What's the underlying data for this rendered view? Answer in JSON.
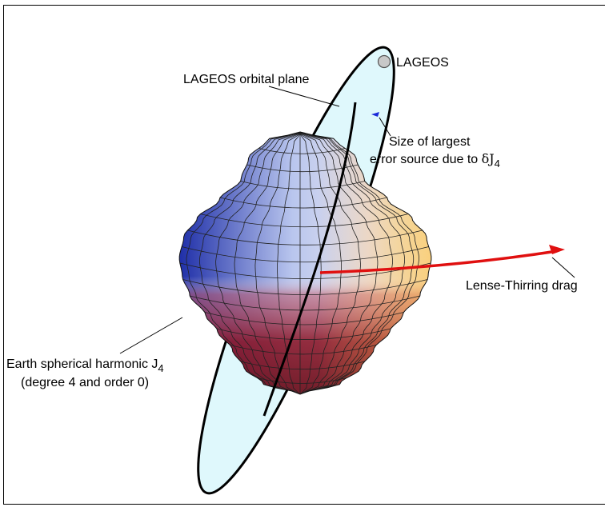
{
  "labels": {
    "satellite": "LAGEOS",
    "orbital_plane": "LAGEOS orbital plane",
    "error_line1": "Size of largest",
    "error_line2_prefix": "error source due to ",
    "error_delta": "δJ",
    "error_sub": "4",
    "drag": "Lense-Thirring drag",
    "harmonic_line1_prefix": "Earth spherical harmonic J",
    "harmonic_sub": "4",
    "harmonic_line2": "(degree 4 and order 0)"
  },
  "colors": {
    "orbit_fill": "#dff8fc",
    "orbit_stroke": "#000000",
    "drag_arrow": "#e01010",
    "error_mark": "#1a2ad8",
    "satellite": "#c8c8c8"
  }
}
